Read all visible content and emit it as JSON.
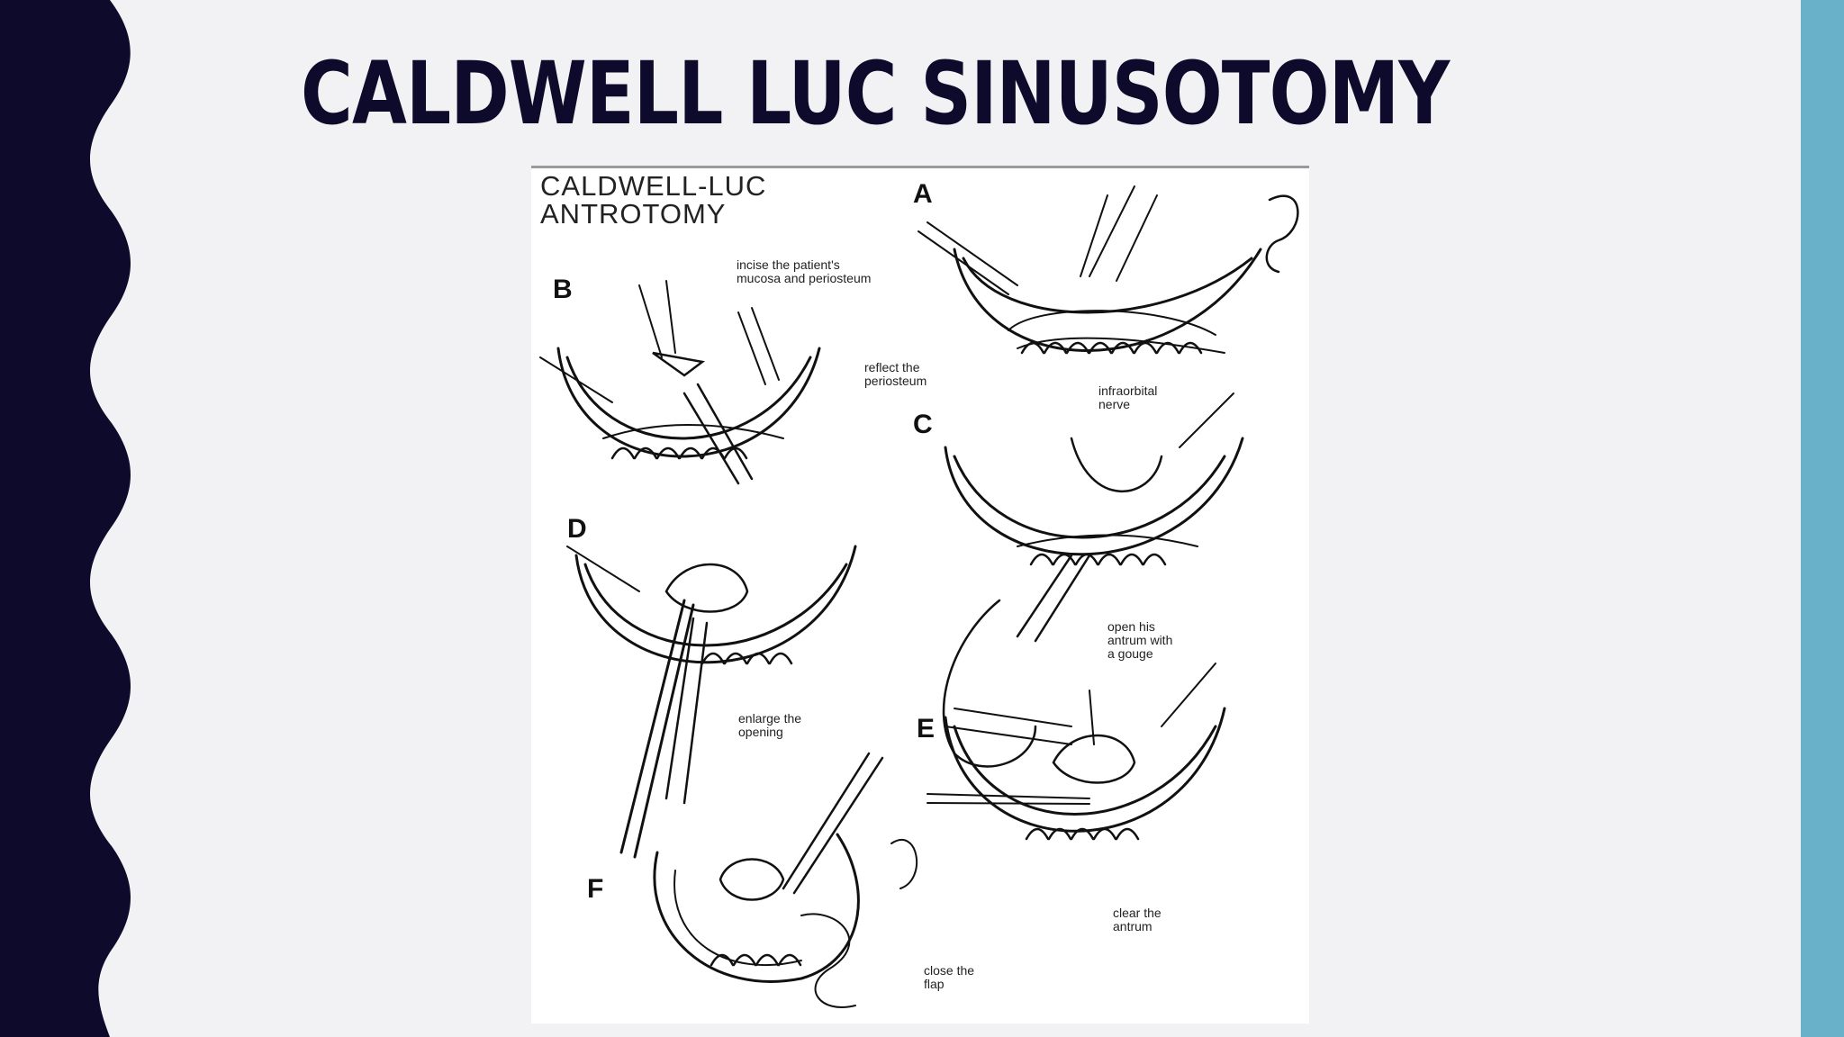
{
  "slide": {
    "title": "CALDWELL LUC SINUSOTOMY"
  },
  "figure": {
    "title_line1": "CALDWELL-LUC",
    "title_line2": "ANTROTOMY",
    "panels": [
      {
        "letter": "A"
      },
      {
        "letter": "B"
      },
      {
        "letter": "C"
      },
      {
        "letter": "D"
      },
      {
        "letter": "E"
      },
      {
        "letter": "F"
      }
    ],
    "captions": {
      "incise": "incise the patient's\nmucosa and periosteum",
      "reflect": "reflect the\nperiosteum",
      "nerve": "infraorbital\nnerve",
      "gouge": "open his\nantrum with\na gouge",
      "enlarge": "enlarge the\nopening",
      "clear": "clear the\nantrum",
      "close": "close the\nflap"
    }
  },
  "colors": {
    "left_band": "#0d0a2c",
    "right_bar": "#69b0c9",
    "background": "#f2f2f4"
  }
}
